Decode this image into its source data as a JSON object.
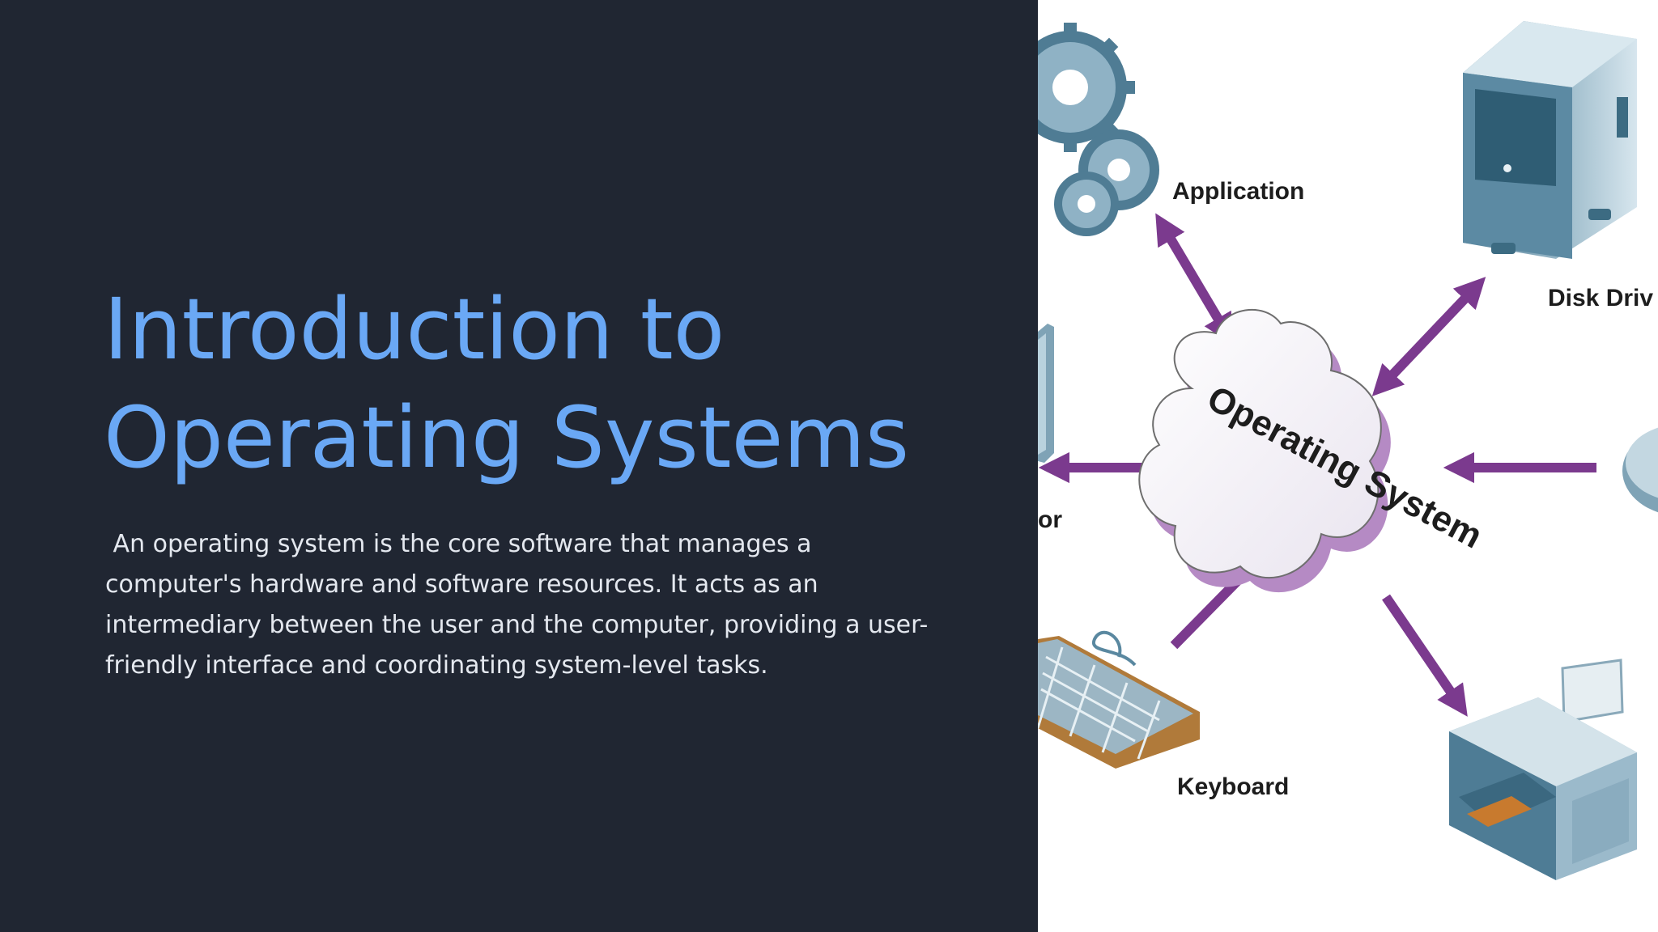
{
  "slide": {
    "title_line1": "Introduction to",
    "title_line2": "Operating Systems",
    "description": " An operating system is the core software that manages a computer's hardware and software resources. It acts as an intermediary between the user and the computer, providing a user-friendly interface and coordinating system-level tasks."
  },
  "diagram": {
    "center_label": "Operating System",
    "labels": {
      "application": "Application",
      "disk_drive": "Disk Driv",
      "monitor": "or",
      "keyboard": "Keyboard"
    },
    "colors": {
      "arrow": "#7b3a8e",
      "cloud_edge": "#b58ac4",
      "device_blue": "#5a88a0",
      "title_blue": "#6aa8f5",
      "background_dark": "#202632"
    },
    "icons": [
      "gears-icon",
      "disk-drive-tower-icon",
      "monitor-icon",
      "mouse-icon",
      "keyboard-icon",
      "printer-icon",
      "cloud-icon"
    ]
  }
}
